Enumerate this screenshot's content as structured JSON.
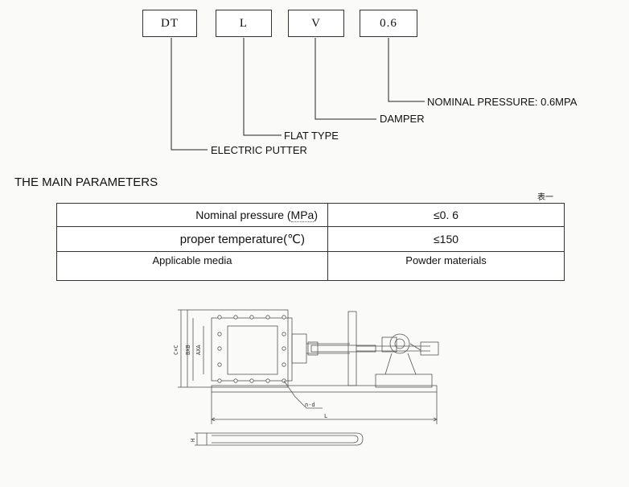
{
  "model_code": {
    "boxes": [
      "DT",
      "L",
      "V",
      "0.6"
    ],
    "labels": {
      "pressure": "NOMINAL PRESSURE: 0.6MPA",
      "damper": "DAMPER",
      "flat": "FLAT TYPE",
      "putter": "ELECTRIC PUTTER"
    }
  },
  "section_title": "THE MAIN PARAMETERS",
  "table_note": "表一",
  "parameters": {
    "rows": [
      {
        "name_pre": "Nominal pressure (",
        "name_unit": "MPa",
        "name_post": ")",
        "value": "≤0. 6"
      },
      {
        "name": "proper temperature(℃)",
        "value": "≤150"
      },
      {
        "name": "Applicable media",
        "value": "Powder materials"
      }
    ]
  },
  "drawing": {
    "dimensions": {
      "cxc": "C×C",
      "bxb": "BXB",
      "axa": "AXA",
      "nd": "n-d",
      "l": "L",
      "h": "H"
    }
  }
}
